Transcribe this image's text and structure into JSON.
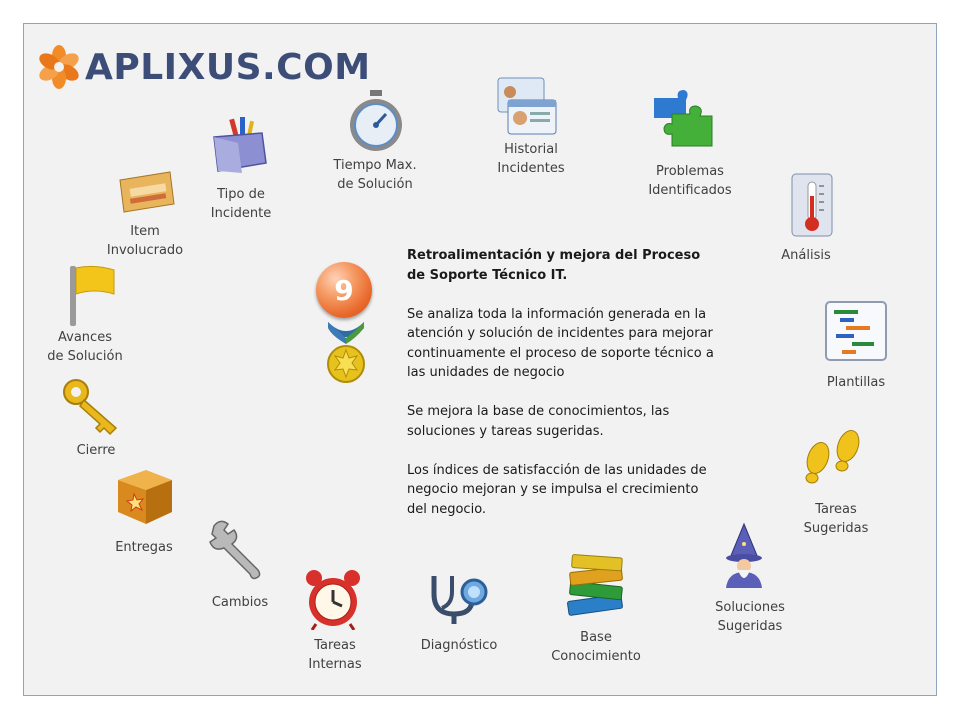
{
  "logo": {
    "text": "APLIXUS.COM"
  },
  "center": {
    "step_number": "9",
    "title": "Retroalimentación y mejora del Proceso de Soporte Técnico IT.",
    "paragraphs": [
      "Se analiza toda la información generada en la atención y solución de incidentes para mejorar continuamente el proceso de soporte técnico a las unidades de negocio",
      "Se mejora la base de conocimientos, las soluciones y tareas sugeridas.",
      "Los índices de satisfacción de las unidades de negocio mejoran y se impulsa el crecimiento del negocio."
    ]
  },
  "nodes": {
    "tipo_incidente": "Tipo de\nIncidente",
    "tiempo_max": "Tiempo Max.\nde Solución",
    "historial": "Historial\nIncidentes",
    "problemas": "Problemas\nIdentificados",
    "item": "Item\nInvolucrado",
    "analisis": "Análisis",
    "avances": "Avances\nde Solución",
    "plantillas": "Plantillas",
    "cierre": "Cierre",
    "tareas_sugeridas": "Tareas\nSugeridas",
    "entregas": "Entregas",
    "cambios": "Cambios",
    "tareas_internas": "Tareas\nInternas",
    "diagnostico": "Diagnóstico",
    "base": "Base\nConocimiento",
    "soluciones": "Soluciones\nSugeridas"
  }
}
